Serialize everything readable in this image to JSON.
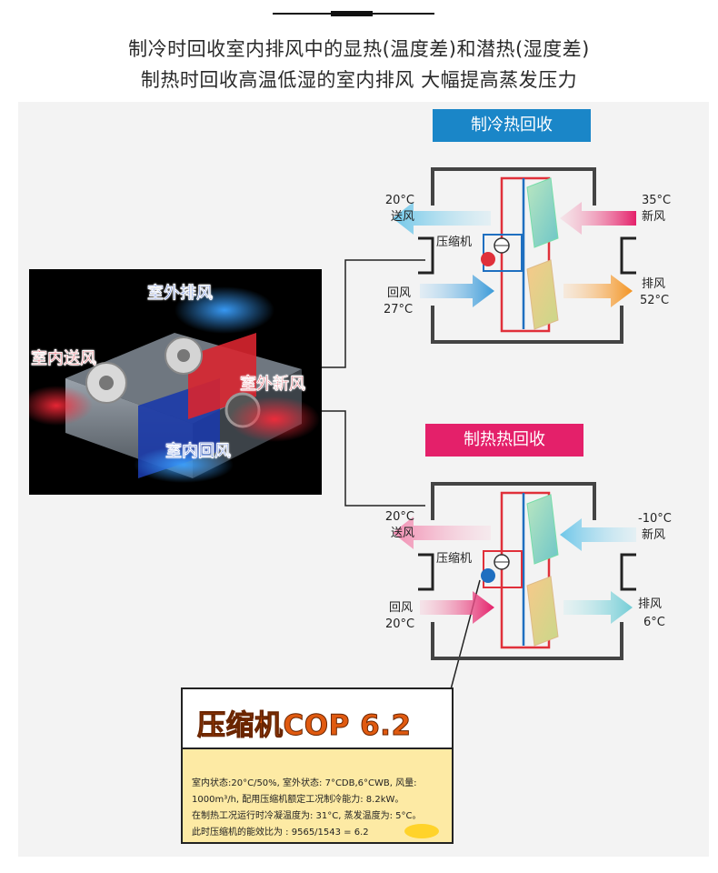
{
  "header": {
    "line1": "制冷时回收室内排风中的显热(温度差)和潜热(湿度差)",
    "line2": "制热时回收高温低湿的室内排风  大幅提高蒸发压力"
  },
  "photo": {
    "labels": {
      "outdoor_exhaust": "室外排风",
      "indoor_supply": "室内送风",
      "outdoor_fresh": "室外新风",
      "indoor_return": "室内回风"
    }
  },
  "cooling": {
    "title": "制冷热回收",
    "supply_temp": "20°C",
    "supply_label": "送风",
    "fresh_temp": "35°C",
    "fresh_label": "新风",
    "compressor": "压缩机",
    "return_label": "回风",
    "return_temp": "27°C",
    "exhaust_label": "排风",
    "exhaust_temp": "52°C"
  },
  "heating": {
    "title": "制热热回收",
    "supply_temp": "20°C",
    "supply_label": "送风",
    "fresh_temp": "-10°C",
    "fresh_label": "新风",
    "compressor": "压缩机",
    "return_label": "回风",
    "return_temp": "20°C",
    "exhaust_label": "排风",
    "exhaust_temp": "6°C"
  },
  "cop": {
    "title": "压缩机COP 6.2",
    "line1": "室内状态:20°C/50%, 室外状态: 7°CDB,6°CWB, 风量:",
    "line2": "1000m³/h, 配用压缩机额定工况制冷能力: 8.2kW。",
    "line3": "在制热工况运行时冷凝温度为: 31°C, 蒸发温度为: 5°C。",
    "line4": "此时压缩机的能效比为 :  9565/1543 = 6.2"
  },
  "colors": {
    "cool_banner": "#1a86c8",
    "heat_banner": "#e4206a",
    "refrigerant_red": "#e0303a",
    "refrigerant_blue": "#1f6fc0",
    "cop_title": "#e05a10",
    "cop_bg": "#fdeaa4"
  }
}
